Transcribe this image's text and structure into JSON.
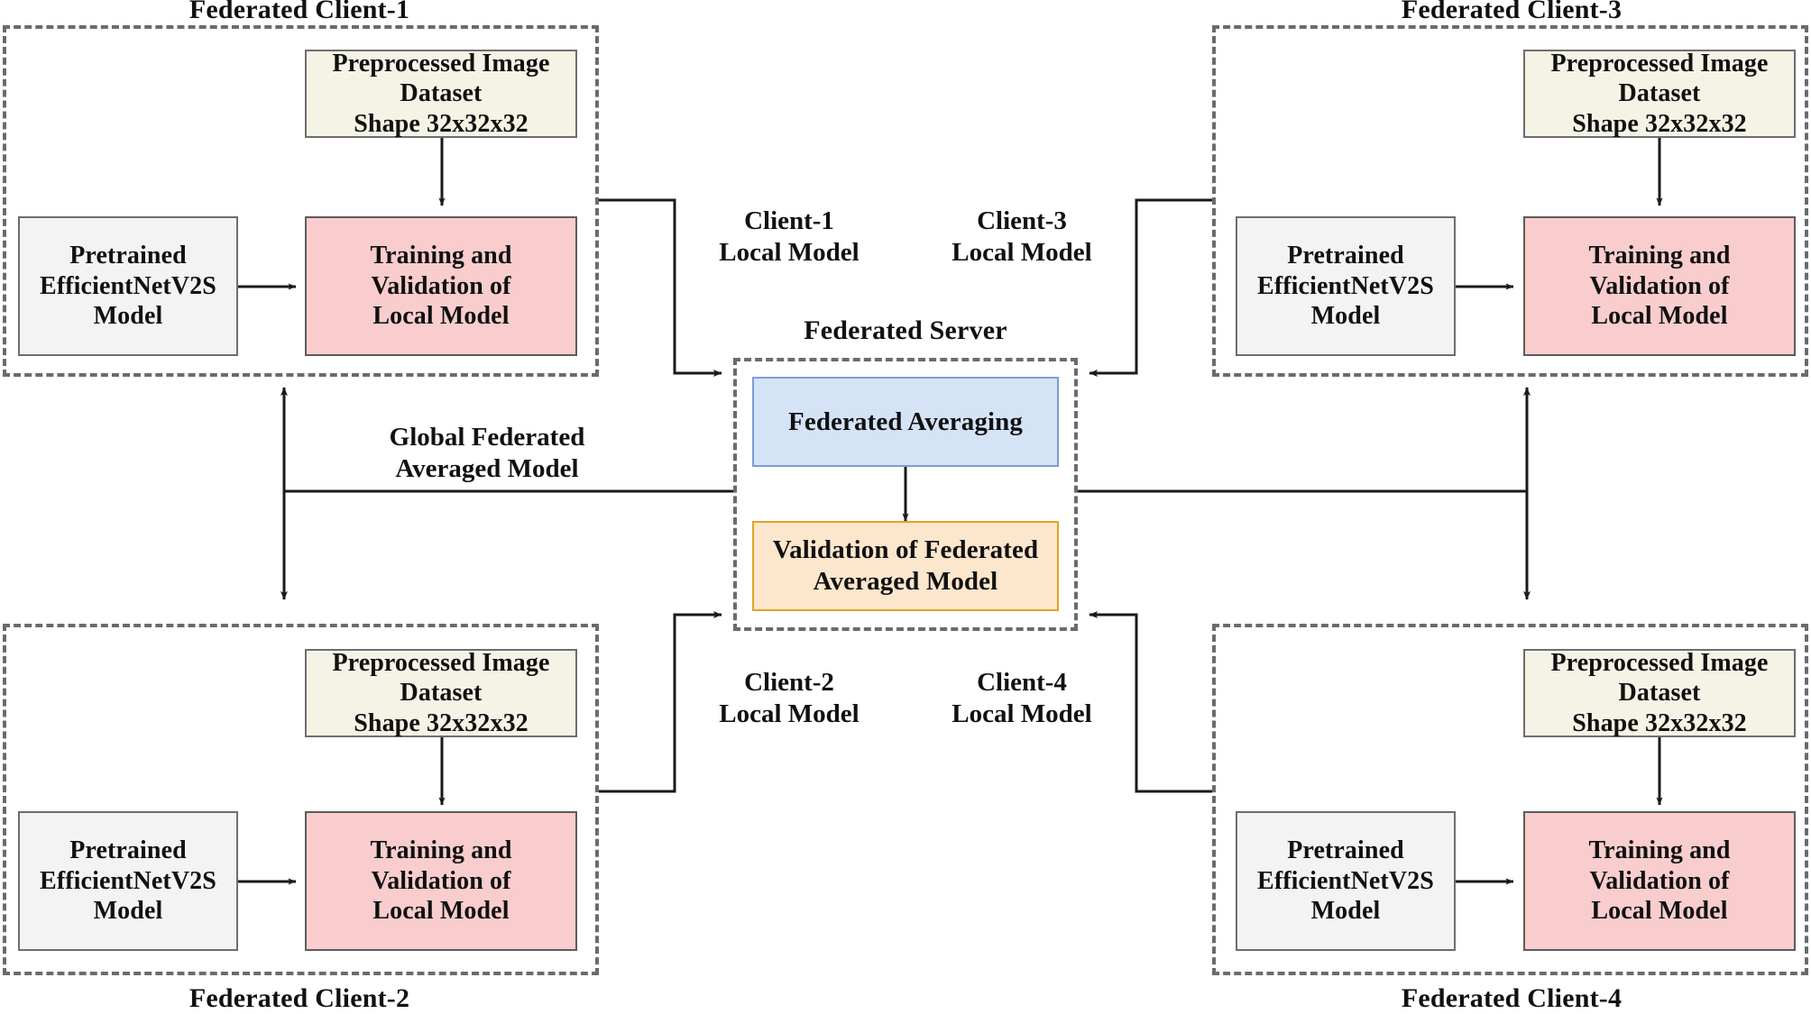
{
  "figure": {
    "kind": "federated-learning-architecture-diagram"
  },
  "colors": {
    "dataset_fill": "#f5f2e6",
    "pretrained_fill": "#f3f3f3",
    "training_fill": "#f9cdcd",
    "averaging_fill": "#d5e3f7",
    "averaging_border": "#7b9fd4",
    "validation_fill": "#fce6cc",
    "validation_border": "#e0a526",
    "client_border": "#6b6b6b",
    "box_border": "#6d6d6d",
    "wire": "#1a1a1a",
    "text": "#111111",
    "background": "#ffffff"
  },
  "server": {
    "title": "Federated Server",
    "averaging_label": "Federated Averaging",
    "validation_label": "Validation of Federated\nAveraged Model"
  },
  "global_edge": {
    "label": "Global Federated\nAveraged Model"
  },
  "clients": [
    {
      "id": "client-1",
      "title": "Federated Client-1",
      "title_position": "top",
      "dataset_label": "Preprocessed Image\nDataset\nShape 32x32x32",
      "pretrained_label": "Pretrained\nEfficientNetV2S\nModel",
      "training_label": "Training and\nValidation of\nLocal Model",
      "uplink_label": "Client-1\nLocal Model"
    },
    {
      "id": "client-2",
      "title": "Federated Client-2",
      "title_position": "bottom",
      "dataset_label": "Preprocessed Image\nDataset\nShape 32x32x32",
      "pretrained_label": "Pretrained\nEfficientNetV2S\nModel",
      "training_label": "Training and\nValidation of\nLocal Model",
      "uplink_label": "Client-2\nLocal Model"
    },
    {
      "id": "client-3",
      "title": "Federated Client-3",
      "title_position": "top",
      "dataset_label": "Preprocessed Image\nDataset\nShape 32x32x32",
      "pretrained_label": "Pretrained\nEfficientNetV2S\nModel",
      "training_label": "Training and\nValidation of\nLocal Model",
      "uplink_label": "Client-3\nLocal Model"
    },
    {
      "id": "client-4",
      "title": "Federated Client-4",
      "title_position": "bottom",
      "dataset_label": "Preprocessed Image\nDataset\nShape 32x32x32",
      "pretrained_label": "Pretrained\nEfficientNetV2S\nModel",
      "training_label": "Training and\nValidation of\nLocal Model",
      "uplink_label": "Client-4\nLocal Model"
    }
  ]
}
